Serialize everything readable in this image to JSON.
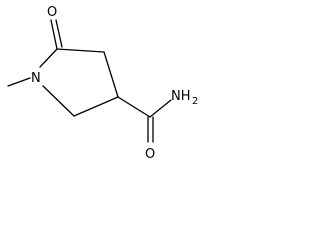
{
  "molecule": {
    "atoms": {
      "ring_o": "O",
      "ring_n": "N",
      "amide_o": "O",
      "amide_n": "NH",
      "amide_n_sub": "2"
    }
  }
}
